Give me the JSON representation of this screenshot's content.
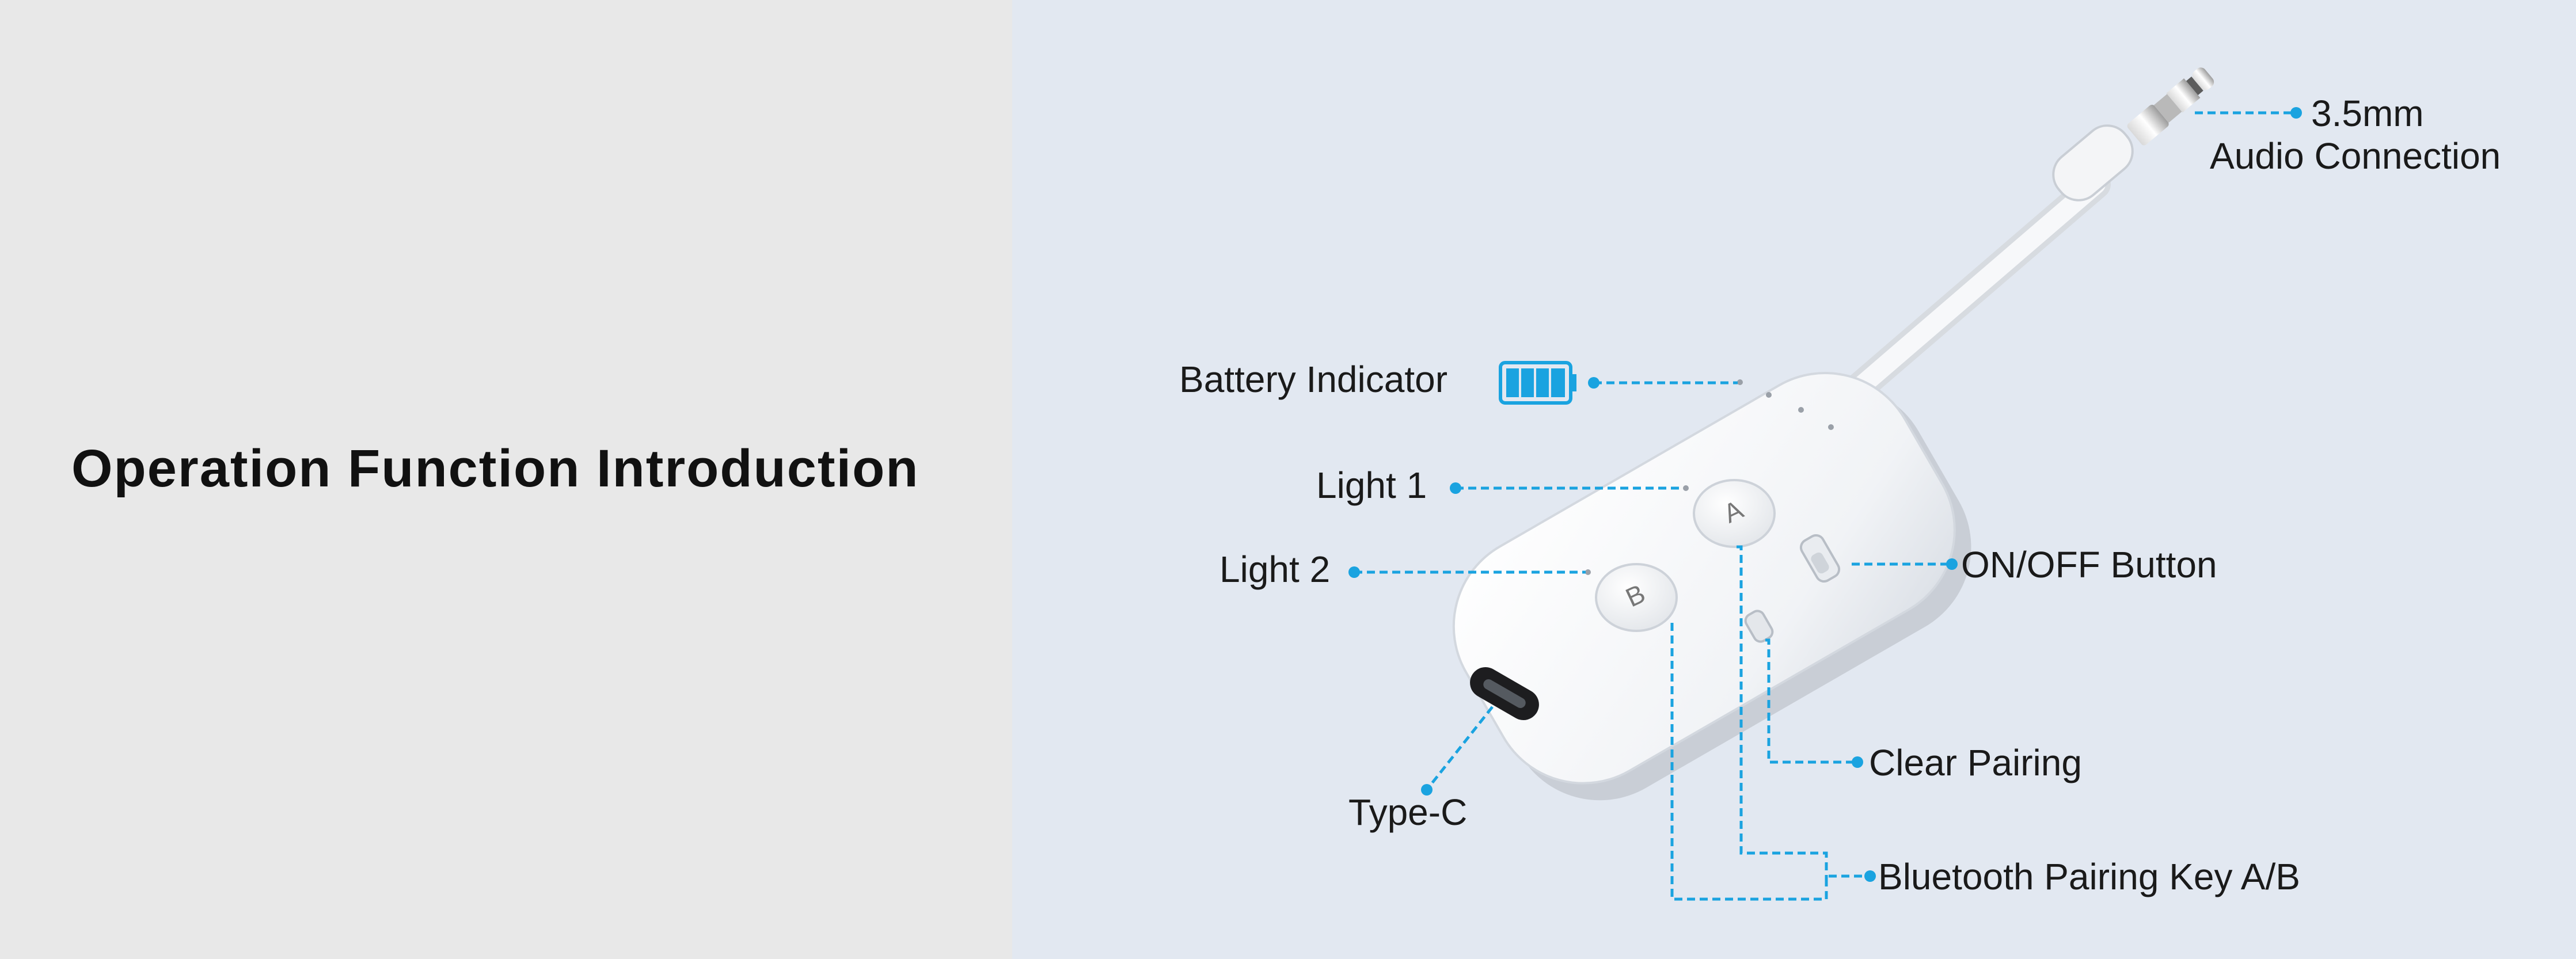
{
  "title": "Operation Function Introduction",
  "callouts": {
    "audio_connection": {
      "line1": "3.5mm",
      "line2": "Audio Connection"
    },
    "battery_indicator": "Battery Indicator",
    "light_1": "Light 1",
    "light_2": "Light 2",
    "on_off_button": "ON/OFF Button",
    "clear_pairing": "Clear Pairing",
    "type_c": "Type-C",
    "bluetooth_pairing_key": "Bluetooth Pairing Key A/B"
  },
  "buttons": {
    "a": "A",
    "b": "B"
  },
  "colors": {
    "left_background": "#e8e8e8",
    "right_background": "#e2e8f1",
    "leader_line": "#1aa3e0",
    "battery_icon": "#1aa3e0",
    "device_body": "#ffffff"
  }
}
